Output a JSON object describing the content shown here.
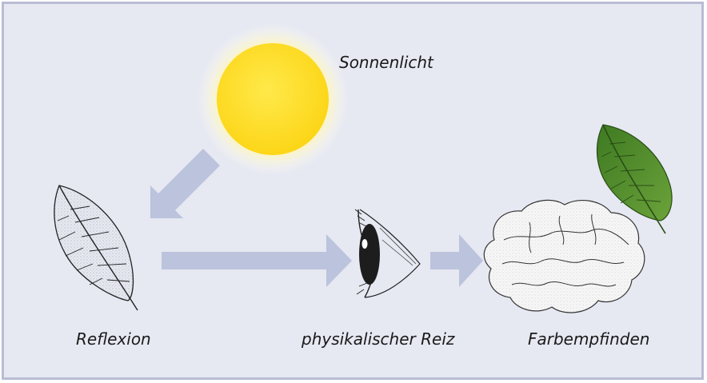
{
  "labels": {
    "sun": "Sonnenlicht",
    "reflection": "Reflexion",
    "stimulus": "physikalischer Reiz",
    "perception": "Farbempfinden"
  },
  "colors": {
    "background": "#e6e8f2",
    "frame_border": "#b9bcd4",
    "arrow": "#bcc3dc",
    "sun": "#fde02a",
    "leaf_green": "#4f8a2b"
  },
  "icons": [
    "sun-icon",
    "leaf-sketch-icon",
    "eye-icon",
    "brain-icon",
    "green-leaf-icon"
  ]
}
